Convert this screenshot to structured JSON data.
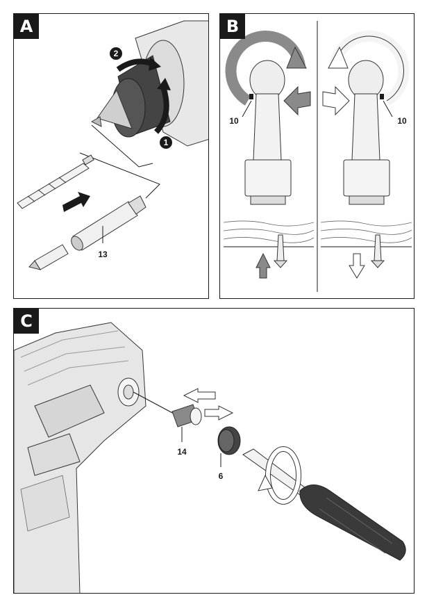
{
  "panels": {
    "a": {
      "letter": "A",
      "step_1": "1",
      "step_2": "2",
      "part_label": "13"
    },
    "b": {
      "letter": "B",
      "label_left": "10",
      "label_right": "10"
    },
    "c": {
      "letter": "C",
      "label_insert": "14",
      "label_cap": "6"
    }
  },
  "colors": {
    "badge": "#1a1a1a",
    "arrow_fill": "#8a8a8a",
    "line": "#1a1a1a",
    "tool_body": "#e6e6e6"
  }
}
